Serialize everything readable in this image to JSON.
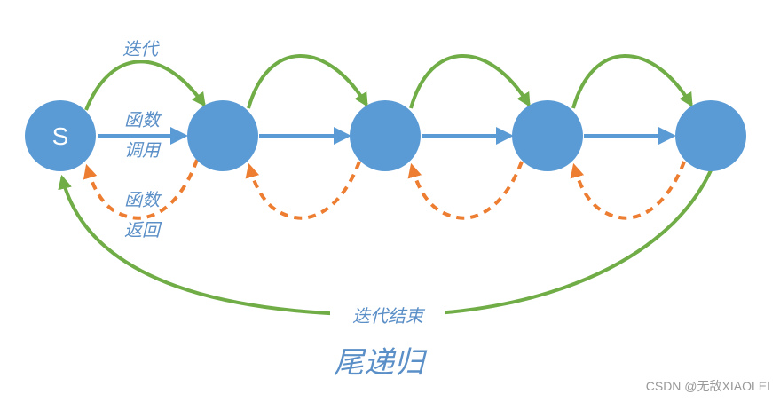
{
  "diagram": {
    "start_node_label": "S",
    "labels": {
      "iterate": "迭代",
      "call_line1": "函数",
      "call_line2": "调用",
      "return_line1": "函数",
      "return_line2": "返回",
      "end": "迭代结束",
      "title": "尾递归"
    },
    "colors": {
      "node": "#5b9bd5",
      "call_arrow": "#5b9bd5",
      "iterate_arrow": "#70ad47",
      "return_arrow": "#ed7d31",
      "text": "#5b8fc7"
    }
  },
  "watermark": "CSDN @无敌XIAOLEI"
}
